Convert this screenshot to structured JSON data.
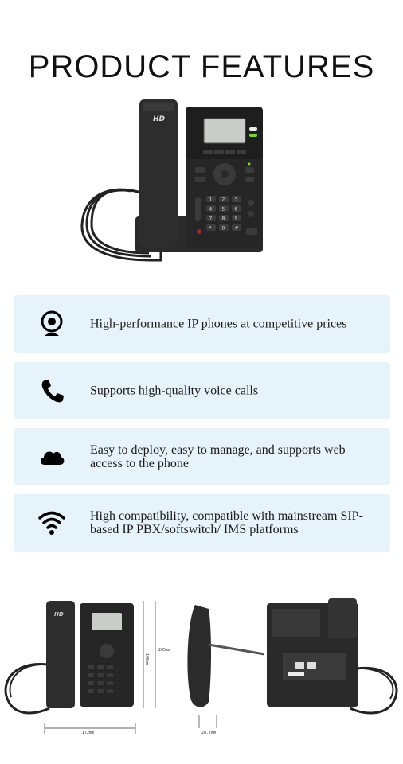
{
  "page": {
    "title": "PRODUCT FEATURES"
  },
  "hero": {
    "badge": "HD",
    "keypad": [
      "1",
      "2",
      "3",
      "4",
      "5",
      "6",
      "7",
      "8",
      "9",
      "*",
      "0",
      "#"
    ]
  },
  "features": [
    {
      "icon": "webcam-icon",
      "text": "High-performance IP phones at competitive prices"
    },
    {
      "icon": "phone-icon",
      "text": "Supports high-quality voice calls"
    },
    {
      "icon": "cloud-icon",
      "text": "Easy to deploy, easy to manage, and supports web access to the phone"
    },
    {
      "icon": "wifi-icon",
      "text": "High compatibility, compatible with mainstream SIP-based IP PBX/softswitch/ IMS platforms"
    }
  ],
  "dimensions": {
    "width": "172mm",
    "height": "195mm",
    "height_stand": "205mm",
    "depth": "28.7mm"
  },
  "colors": {
    "card_bg": "#e6f3fb",
    "phone_body": "#2b2b2b",
    "screen": "#c9ccc8",
    "led": "#7fd13b"
  }
}
